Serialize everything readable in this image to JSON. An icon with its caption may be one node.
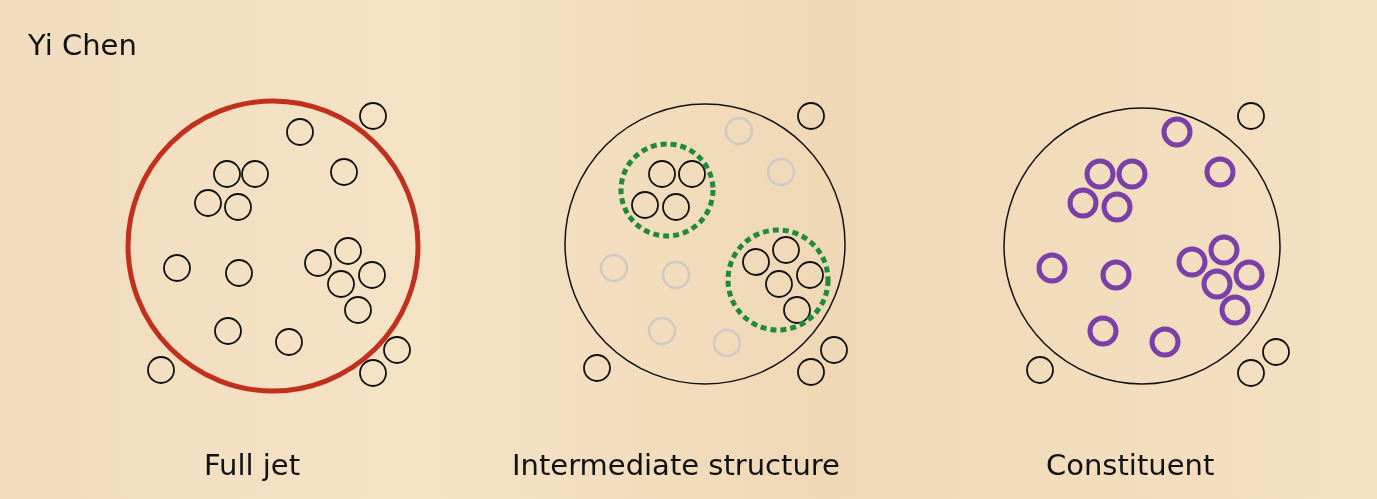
{
  "diagram": {
    "labels": [
      "Yi Chen",
      "Full jet",
      "Intermediate structure",
      "Constituent"
    ]
  }
}
